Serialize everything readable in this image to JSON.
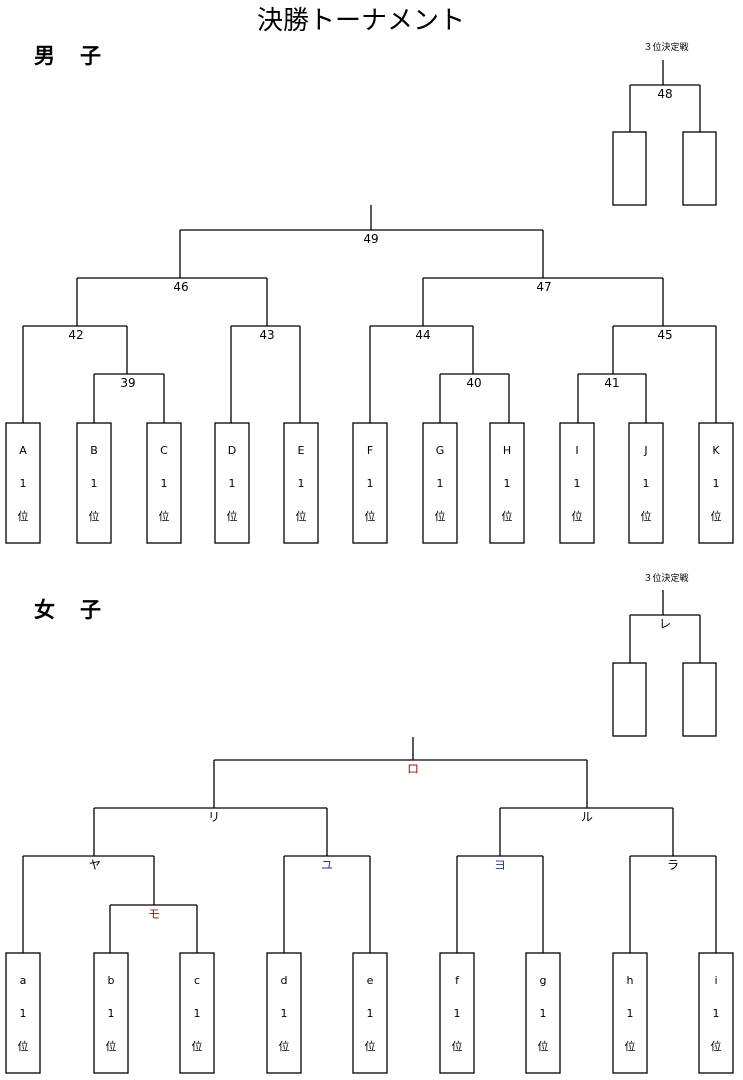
{
  "title": "決勝トーナメント",
  "men": {
    "heading": "男　子",
    "third_place_label": "３位決定戦",
    "third_place_match": "48",
    "matches": {
      "m39": "39",
      "m40": "40",
      "m41": "41",
      "m42": "42",
      "m43": "43",
      "m44": "44",
      "m45": "45",
      "m46": "46",
      "m47": "47",
      "m49": "49"
    },
    "teams": [
      {
        "name": "A",
        "rank": "1",
        "suffix": "位"
      },
      {
        "name": "B",
        "rank": "1",
        "suffix": "位"
      },
      {
        "name": "C",
        "rank": "1",
        "suffix": "位"
      },
      {
        "name": "D",
        "rank": "1",
        "suffix": "位"
      },
      {
        "name": "E",
        "rank": "1",
        "suffix": "位"
      },
      {
        "name": "F",
        "rank": "1",
        "suffix": "位"
      },
      {
        "name": "G",
        "rank": "1",
        "suffix": "位"
      },
      {
        "name": "H",
        "rank": "1",
        "suffix": "位"
      },
      {
        "name": "I",
        "rank": "1",
        "suffix": "位"
      },
      {
        "name": "J",
        "rank": "1",
        "suffix": "位"
      },
      {
        "name": "K",
        "rank": "1",
        "suffix": "位"
      }
    ]
  },
  "women": {
    "heading": "女　子",
    "third_place_label": "３位決定戦",
    "third_place_match": "レ",
    "matches": {
      "mo": "モ",
      "ya": "ヤ",
      "yu": "ユ",
      "ri": "リ",
      "yo": "ヨ",
      "ra": "ラ",
      "ru": "ル",
      "ro": "ロ"
    },
    "teams": [
      {
        "name": "a",
        "rank": "1",
        "suffix": "位"
      },
      {
        "name": "b",
        "rank": "1",
        "suffix": "位"
      },
      {
        "name": "c",
        "rank": "1",
        "suffix": "位"
      },
      {
        "name": "d",
        "rank": "1",
        "suffix": "位"
      },
      {
        "name": "e",
        "rank": "1",
        "suffix": "位"
      },
      {
        "name": "f",
        "rank": "1",
        "suffix": "位"
      },
      {
        "name": "g",
        "rank": "1",
        "suffix": "位"
      },
      {
        "name": "h",
        "rank": "1",
        "suffix": "位"
      },
      {
        "name": "i",
        "rank": "1",
        "suffix": "位"
      }
    ]
  },
  "colors": {
    "line": "#000000",
    "blue_label": "#1a3c9c",
    "red_label": "#8a1c00"
  }
}
